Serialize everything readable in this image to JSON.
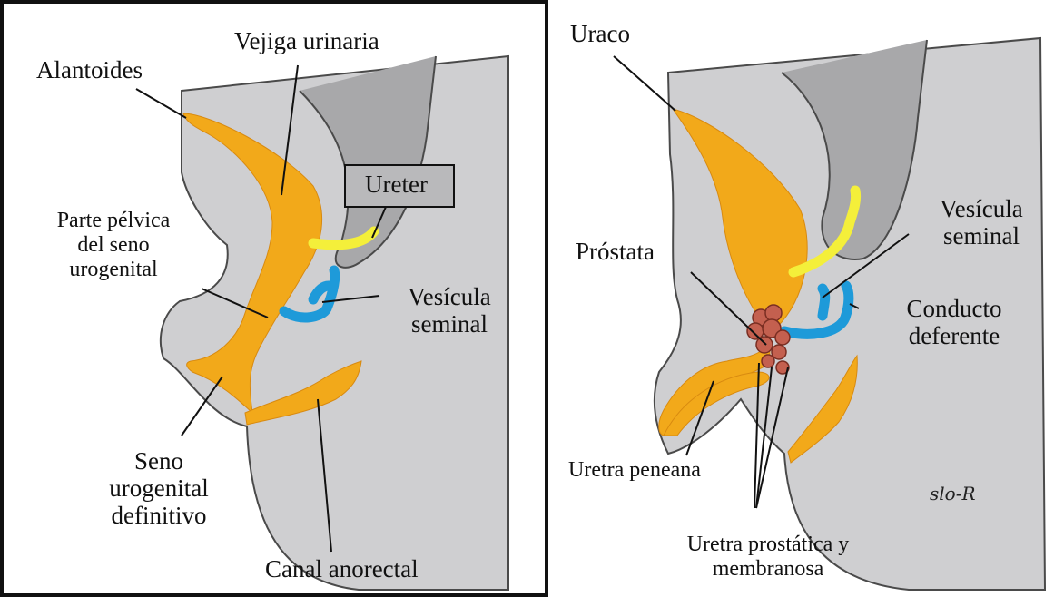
{
  "left_panel": {
    "labels": {
      "alantoides": "Alantoides",
      "vejiga": "Vejiga urinaria",
      "ureter": "Ureter",
      "pelvica_1": "Parte pélvica",
      "pelvica_2": "del seno",
      "pelvica_3": "urogenital",
      "vesicula_1": "Vesícula",
      "vesicula_2": "seminal",
      "seno_1": "Seno",
      "seno_2": "urogenital",
      "seno_3": "definitivo",
      "canal": "Canal anorectal"
    }
  },
  "right_panel": {
    "labels": {
      "uraco": "Uraco",
      "prostata": "Próstata",
      "vesicula_1": "Vesícula",
      "vesicula_2": "seminal",
      "conducto_1": "Conducto",
      "conducto_2": "deferente",
      "peneana": "Uretra peneana",
      "prostatica_1": "Uretra prostática y",
      "prostatica_2": "membranosa"
    },
    "signature": "slo-R"
  },
  "colors": {
    "tissue": "#cfcfd1",
    "outline": "#4a4a4a",
    "orange": "#f2a91a",
    "yellow": "#f4ef3a",
    "blue": "#1e9ad9",
    "prostate": "#c4604f",
    "frame": "#111111"
  }
}
